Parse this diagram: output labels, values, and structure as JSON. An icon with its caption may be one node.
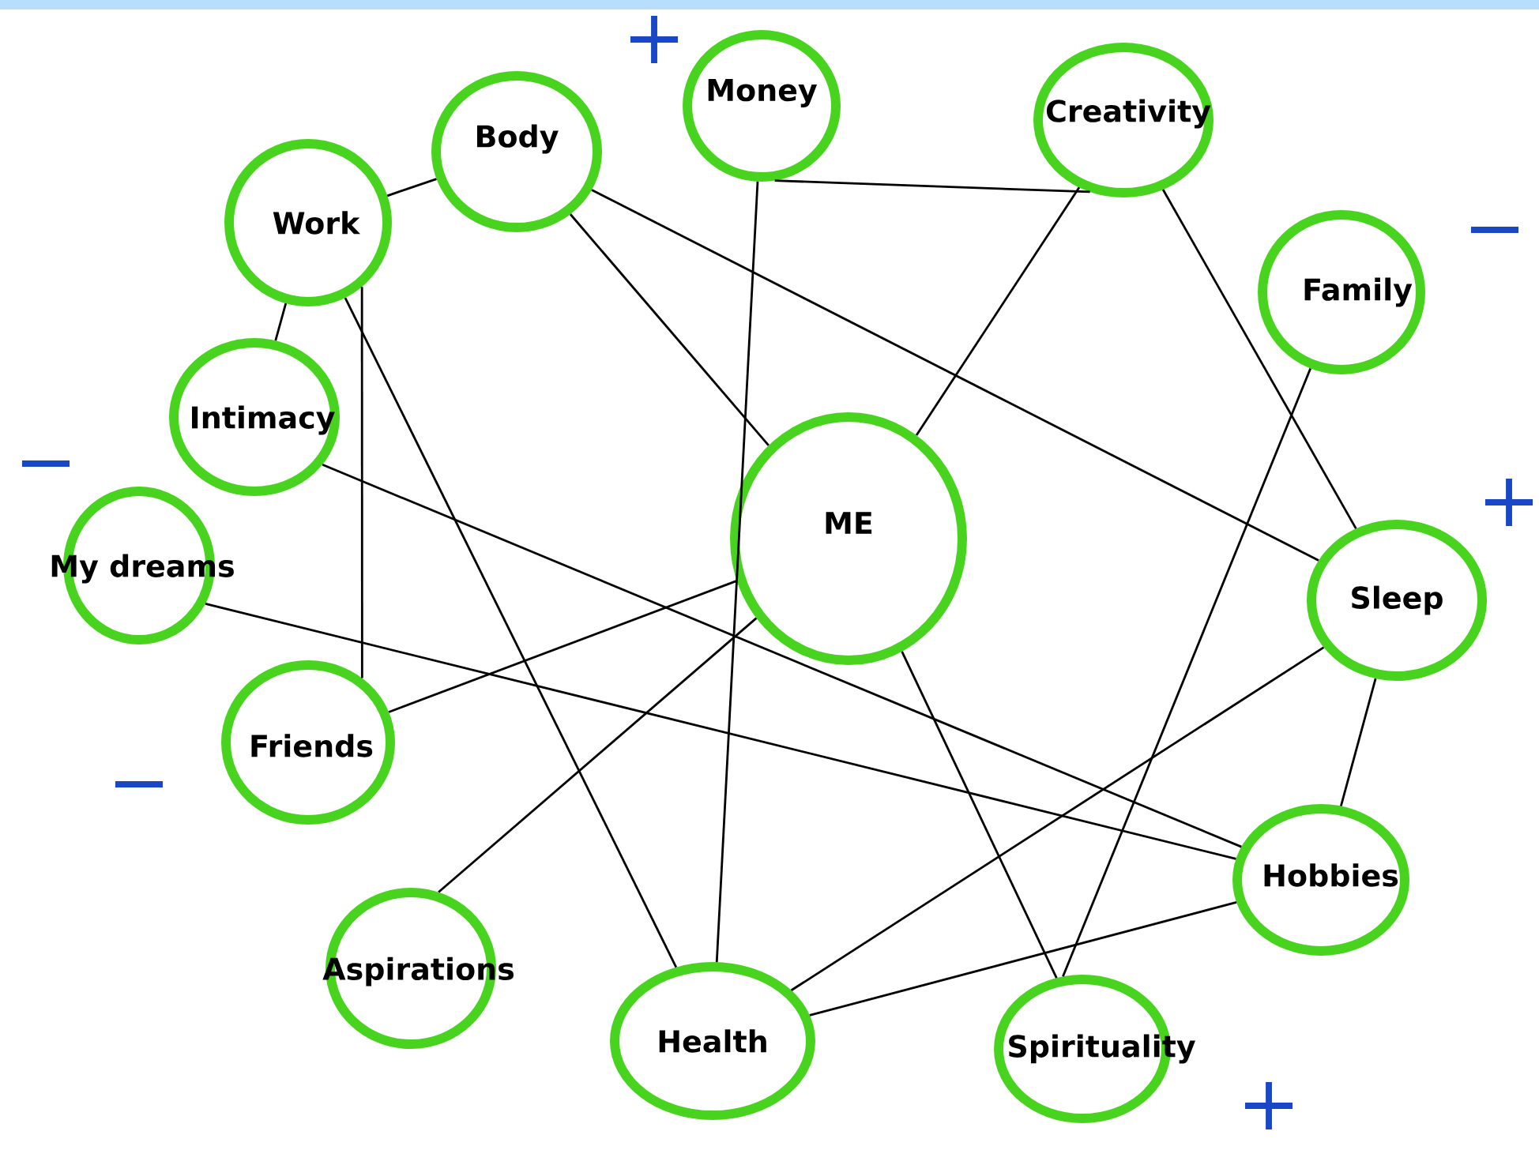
{
  "diagram": {
    "nodes": [
      {
        "text": [
          "Money"
        ]
      },
      {
        "text": [
          "Creativity"
        ]
      },
      {
        "text": [
          "Body"
        ]
      },
      {
        "text": [
          "Work"
        ]
      },
      {
        "text": [
          "Family"
        ]
      },
      {
        "text": [
          "Intimacy"
        ]
      },
      {
        "text": [
          "ME"
        ]
      },
      {
        "text": [
          "My dreams"
        ]
      },
      {
        "text": [
          "Sleep"
        ]
      },
      {
        "text": [
          "Friends"
        ]
      },
      {
        "text": [
          "Hobbies"
        ]
      },
      {
        "text": [
          "Aspirations"
        ]
      },
      {
        "text": [
          "Health"
        ]
      },
      {
        "text": [
          "Spirituality"
        ]
      }
    ],
    "edges": [
      {
        "from": 3,
        "to": 2,
        "arrow": "none"
      },
      {
        "from": 3,
        "to": 5,
        "arrow": "none"
      },
      {
        "from": 3,
        "to": 9,
        "arrow": "none"
      },
      {
        "from": 3,
        "to": 12,
        "arrow": "none"
      },
      {
        "from": 2,
        "to": 6,
        "arrow": "none"
      },
      {
        "from": 2,
        "to": 8,
        "arrow": "none"
      },
      {
        "from": 0,
        "to": 1,
        "arrow": "none"
      },
      {
        "from": 0,
        "to": 12,
        "arrow": "none"
      },
      {
        "from": 1,
        "to": 6,
        "arrow": "none"
      },
      {
        "from": 1,
        "to": 8,
        "arrow": "none"
      },
      {
        "from": 4,
        "to": 13,
        "arrow": "none"
      },
      {
        "from": 5,
        "to": 10,
        "arrow": "none"
      },
      {
        "from": 7,
        "to": 10,
        "arrow": "none"
      },
      {
        "from": 6,
        "to": 9,
        "arrow": "none"
      },
      {
        "from": 6,
        "to": 11,
        "arrow": "none"
      },
      {
        "from": 6,
        "to": 13,
        "arrow": "none"
      },
      {
        "from": 8,
        "to": 12,
        "arrow": "none"
      },
      {
        "from": 8,
        "to": 10,
        "arrow": "none"
      },
      {
        "from": 12,
        "to": 10,
        "arrow": "none"
      }
    ],
    "labels": [
      "+",
      "−",
      "−",
      "+",
      "−",
      "+"
    ]
  }
}
